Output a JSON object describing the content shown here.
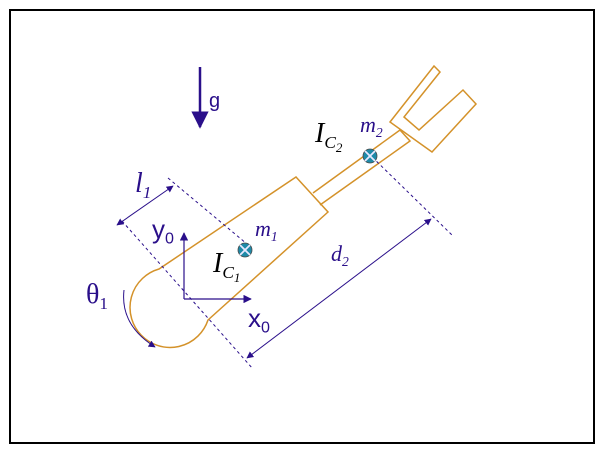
{
  "colors": {
    "link": "#d4922a",
    "annotation": "#2a0f8a",
    "frame": "#000000",
    "mass_marker": "#1e8aa8"
  },
  "labels": {
    "gravity": "g",
    "l1": {
      "sym": "l",
      "sub": "1"
    },
    "y0": {
      "sym": "y",
      "sub": "0"
    },
    "x0": {
      "sym": "x",
      "sub": "0"
    },
    "theta1": {
      "sym": "θ",
      "sub": "1"
    },
    "m1": {
      "sym": "m",
      "sub": "1"
    },
    "m2": {
      "sym": "m",
      "sub": "2"
    },
    "ic1": {
      "sym": "I",
      "sub": "C",
      "subsub": "1"
    },
    "ic2": {
      "sym": "I",
      "sub": "C",
      "subsub": "2"
    },
    "d2": {
      "sym": "d",
      "sub": "2"
    }
  }
}
